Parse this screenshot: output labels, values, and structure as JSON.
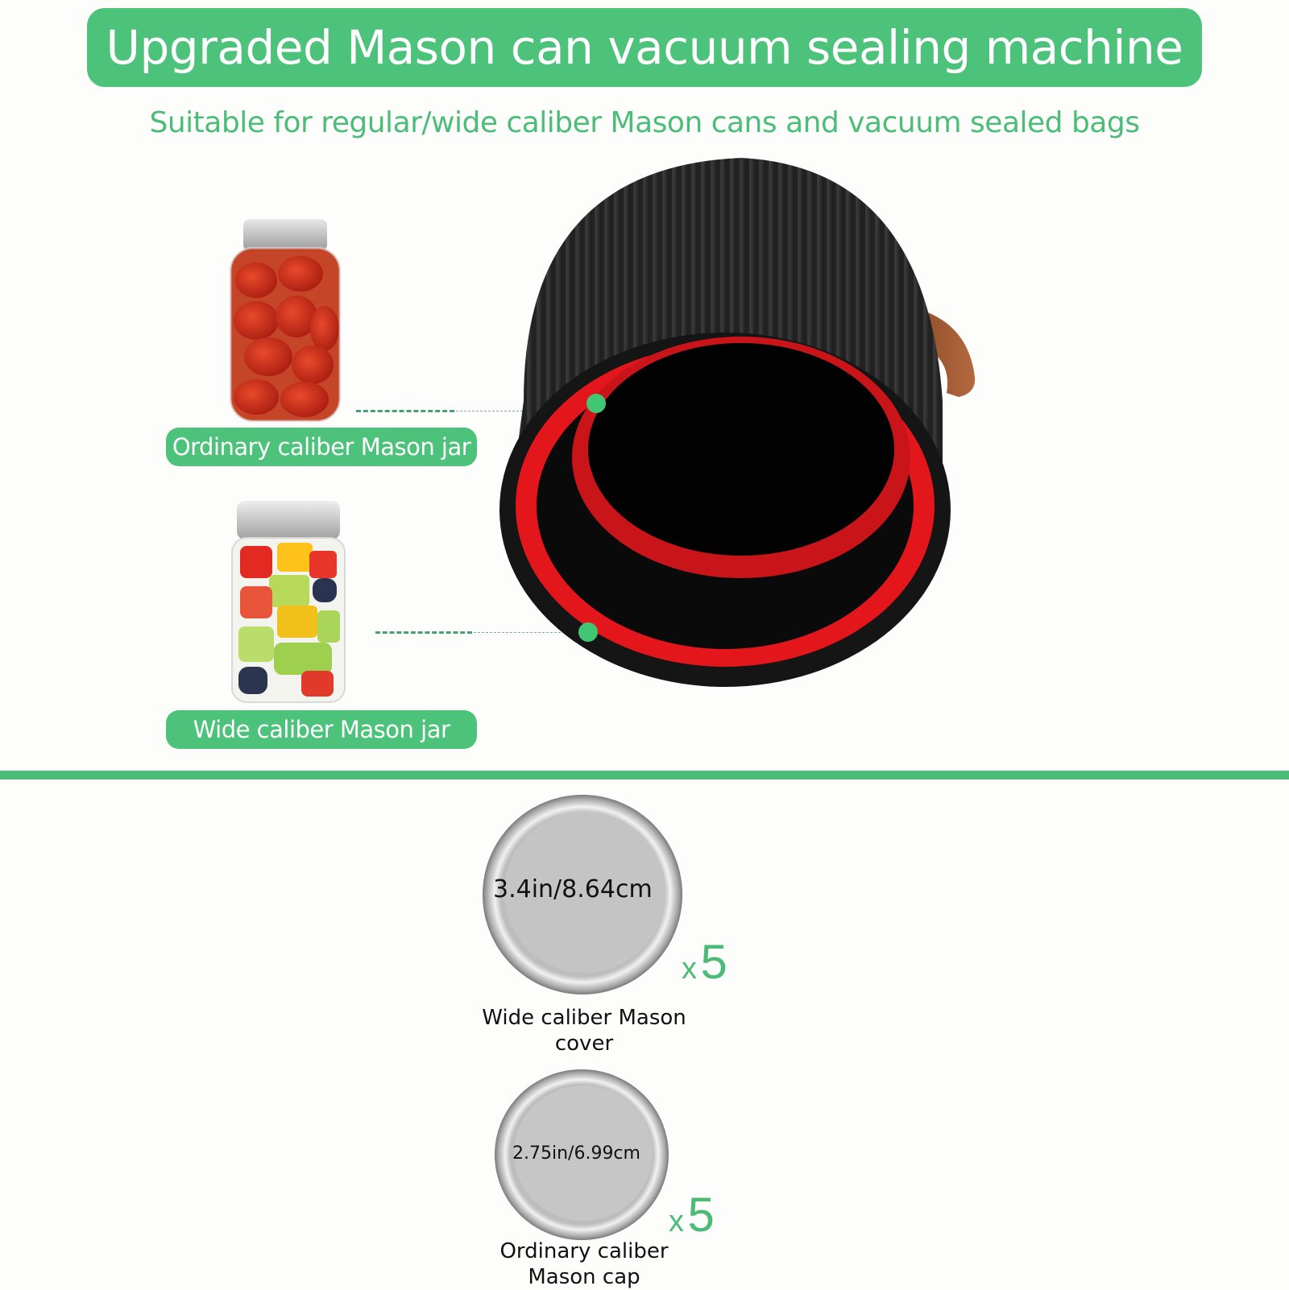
{
  "header": {
    "title": "Upgraded Mason can vacuum sealing machine",
    "subtitle": "Suitable for regular/wide caliber Mason cans and vacuum sealed bags"
  },
  "callouts": [
    {
      "label": "Ordinary caliber Mason jar",
      "image": "jar-with-cherry-tomatoes"
    },
    {
      "label": "Wide caliber Mason jar",
      "image": "jar-with-fruit-salad"
    }
  ],
  "product": {
    "image": "black-vacuum-sealer-with-red-rings-and-leather-strap"
  },
  "lids": [
    {
      "size": "3.4in/8.64cm",
      "quantity": "x 5",
      "quantity_prefix": "x",
      "quantity_count": "5",
      "caption_line1": "Wide caliber Mason",
      "caption_line2": "cover"
    },
    {
      "size": "2.75in/6.99cm",
      "quantity": "x 5",
      "quantity_prefix": "x",
      "quantity_count": "5",
      "caption_line1": "Ordinary caliber",
      "caption_line2": "Mason cap"
    }
  ],
  "colors": {
    "accent": "#4cc27a",
    "subtitle": "#4cbd78",
    "ring": "#e3161b",
    "body": "#1a1a1a",
    "strap": "#9a5a36"
  }
}
